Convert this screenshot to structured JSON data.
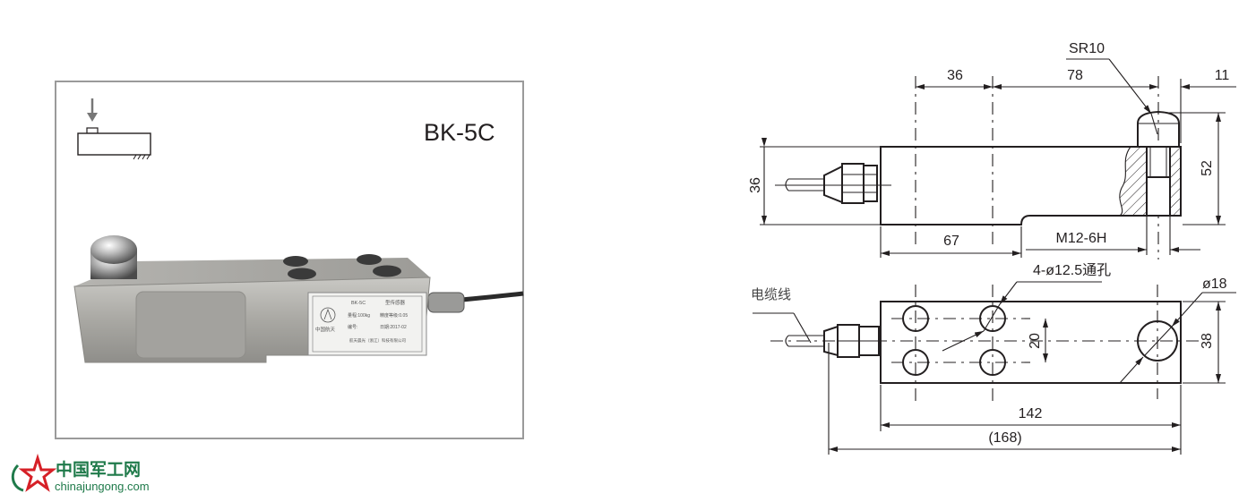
{
  "product_panel": {
    "model": "BK-5C",
    "nameplate": {
      "model": "BK-5C",
      "type": "型传感器",
      "capacity": "量程:100kg",
      "accuracy": "精度等级:0.05",
      "serial": "编号:",
      "date": "日期:2017-02",
      "brand": "中国航天",
      "maker": "航天晨光（浙江）科技有限公司"
    }
  },
  "drawing": {
    "side_view": {
      "dim_36_top": "36",
      "dim_78": "78",
      "dim_11": "11",
      "sr10": "SR10",
      "dim_36_height": "36",
      "dim_52": "52",
      "dim_67": "67",
      "thread": "M12-6H"
    },
    "top_view": {
      "cable": "电缆线",
      "holes": "4-ø12.5通孔",
      "big_hole": "ø18",
      "dim_20": "20",
      "dim_38": "38",
      "dim_142": "142",
      "dim_168": "(168)"
    }
  },
  "watermark": {
    "name": "中国军工网",
    "url": "chinajungong.com",
    "colors": {
      "green": "#1f7a4a",
      "red": "#d62027"
    }
  }
}
